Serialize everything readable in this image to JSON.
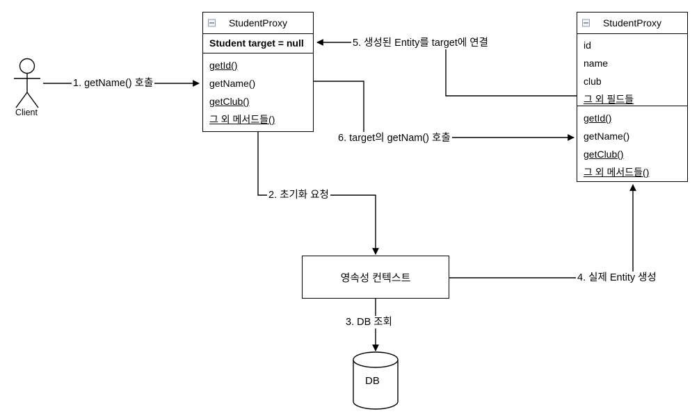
{
  "diagram": {
    "title": "JPA Proxy Lazy Loading Interaction Diagram",
    "stroke_color": "#000000",
    "background_color": "#ffffff"
  },
  "actor": {
    "name": "Client",
    "label": "Client"
  },
  "proxy_class": {
    "title": "StudentProxy",
    "fields": [
      {
        "text": "Student target = null",
        "bold": true,
        "underline": false
      }
    ],
    "methods": [
      {
        "text": "getId()",
        "underline": true
      },
      {
        "text": "getName()",
        "underline": false
      },
      {
        "text": "getClub()",
        "underline": true
      },
      {
        "text": "그 외 메서드들()",
        "underline": true
      }
    ]
  },
  "entity_class": {
    "title": "StudentProxy",
    "fields": [
      {
        "text": "id",
        "underline": false
      },
      {
        "text": "name",
        "underline": false
      },
      {
        "text": "club",
        "underline": false
      },
      {
        "text": "그 외 필드들",
        "underline": true
      }
    ],
    "methods": [
      {
        "text": "getId()",
        "underline": true
      },
      {
        "text": "getName()",
        "underline": false
      },
      {
        "text": "getClub()",
        "underline": true
      },
      {
        "text": "그 외 메서드들()",
        "underline": true
      }
    ]
  },
  "persistence_context": {
    "label": "영속성 컨텍스트"
  },
  "database": {
    "label": "DB"
  },
  "edges": [
    {
      "id": "1",
      "label": "1. getName() 호출"
    },
    {
      "id": "2",
      "label": "2. 초기화 요청"
    },
    {
      "id": "3",
      "label": "3. DB 조회"
    },
    {
      "id": "4",
      "label": "4. 실제 Entity 생성"
    },
    {
      "id": "5",
      "label": "5. 생성된 Entity를 target에 연결"
    },
    {
      "id": "6",
      "label": "6. target의 getNam() 호출"
    }
  ]
}
